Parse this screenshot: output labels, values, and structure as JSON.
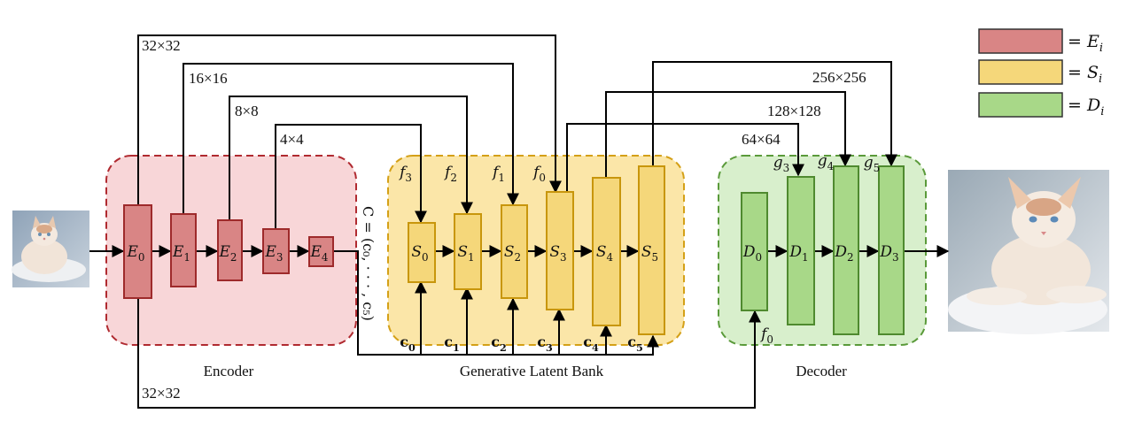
{
  "groups": {
    "encoder": "Encoder",
    "latent_bank": "Generative Latent Bank",
    "decoder": "Decoder"
  },
  "legend": [
    {
      "label": "= E",
      "sub": "i",
      "color": "#d98585"
    },
    {
      "label": "= S",
      "sub": "i",
      "color": "#f5d77a"
    },
    {
      "label": "= D",
      "sub": "i",
      "color": "#a8d888"
    }
  ],
  "encoder_blocks": [
    {
      "base": "E",
      "sub": "0"
    },
    {
      "base": "E",
      "sub": "1"
    },
    {
      "base": "E",
      "sub": "2"
    },
    {
      "base": "E",
      "sub": "3"
    },
    {
      "base": "E",
      "sub": "4"
    }
  ],
  "latent_blocks": [
    {
      "base": "S",
      "sub": "0"
    },
    {
      "base": "S",
      "sub": "1"
    },
    {
      "base": "S",
      "sub": "2"
    },
    {
      "base": "S",
      "sub": "3"
    },
    {
      "base": "S",
      "sub": "4"
    },
    {
      "base": "S",
      "sub": "5"
    }
  ],
  "decoder_blocks": [
    {
      "base": "D",
      "sub": "0"
    },
    {
      "base": "D",
      "sub": "1"
    },
    {
      "base": "D",
      "sub": "2"
    },
    {
      "base": "D",
      "sub": "3"
    }
  ],
  "feature_labels_f": [
    {
      "base": "f",
      "sub": "3"
    },
    {
      "base": "f",
      "sub": "2"
    },
    {
      "base": "f",
      "sub": "1"
    },
    {
      "base": "f",
      "sub": "0"
    }
  ],
  "feature_labels_g": [
    {
      "base": "g",
      "sub": "3"
    },
    {
      "base": "g",
      "sub": "4"
    },
    {
      "base": "g",
      "sub": "5"
    }
  ],
  "decoder_input_label": {
    "base": "f",
    "sub": "0"
  },
  "latent_codes": [
    {
      "base": "c",
      "sub": "0"
    },
    {
      "base": "c",
      "sub": "1"
    },
    {
      "base": "c",
      "sub": "2"
    },
    {
      "base": "c",
      "sub": "3"
    },
    {
      "base": "c",
      "sub": "4"
    },
    {
      "base": "c",
      "sub": "5"
    }
  ],
  "code_set_label": "C = (c₀, · · · , c₅)",
  "resolutions": {
    "enc_32_top": "32×32",
    "enc_16": "16×16",
    "enc_8": "8×8",
    "enc_4": "4×4",
    "enc_32_bottom": "32×32",
    "dec_256": "256×256",
    "dec_128": "128×128",
    "dec_64": "64×64"
  },
  "colors": {
    "encoder_region_fill": "#f8d6d8",
    "encoder_region_stroke": "#b02a30",
    "encoder_block_fill": "#d98585",
    "encoder_block_stroke": "#9e2a2b",
    "latent_region_fill": "#fbe6a8",
    "latent_region_stroke": "#d4a017",
    "latent_block_fill": "#f5d77a",
    "latent_block_stroke": "#c8960c",
    "decoder_region_fill": "#d8efcc",
    "decoder_region_stroke": "#5a9a3a",
    "decoder_block_fill": "#a8d888",
    "decoder_block_stroke": "#4f8a2f"
  }
}
